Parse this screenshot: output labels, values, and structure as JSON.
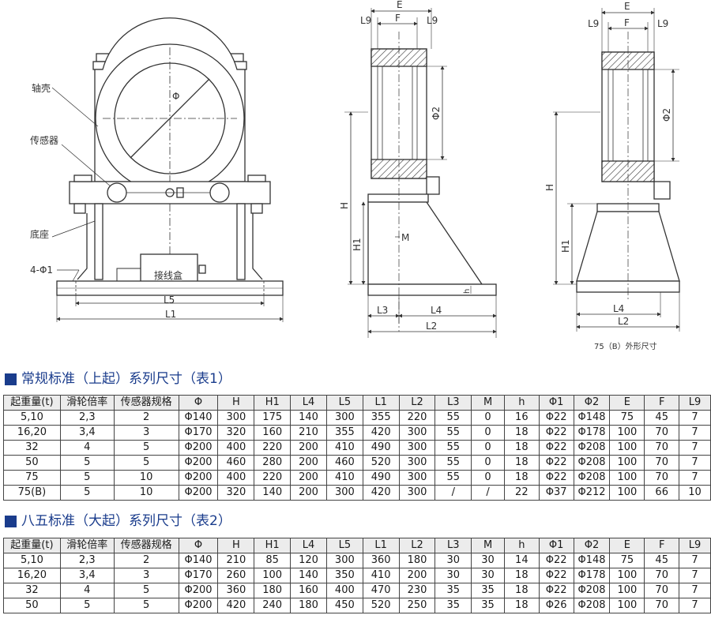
{
  "drawing": {
    "left_labels": {
      "housing": "轴壳",
      "sensor": "传感器",
      "base": "底座",
      "holes": "4-Φ1",
      "junction_box": "接线盒",
      "phi": "Φ",
      "l5": "L5",
      "l1": "L1"
    },
    "mid_labels": {
      "e": "E",
      "l9a": "L9",
      "f": "F",
      "l9b": "L9",
      "phi2": "Φ2",
      "h": "H",
      "h1": "H1",
      "m": "M",
      "hs": "h",
      "l3": "L3",
      "l4": "L4",
      "l2": "L2"
    },
    "right_labels": {
      "e": "E",
      "l9a": "L9",
      "f": "F",
      "l9b": "L9",
      "phi2": "Φ2",
      "h": "H",
      "h1": "H1",
      "l4": "L4",
      "l2": "L2",
      "caption": "75（B）外形尺寸"
    }
  },
  "table1": {
    "title": "常规标准（上起）系列尺寸（表1）",
    "headers": [
      "起重量(t)",
      "滑轮倍率",
      "传感器规格",
      "Φ",
      "H",
      "H1",
      "L4",
      "L5",
      "L1",
      "L2",
      "L3",
      "M",
      "h",
      "Φ1",
      "Φ2",
      "E",
      "F",
      "L9"
    ],
    "rows": [
      [
        "5,10",
        "2,3",
        "2",
        "Φ140",
        "300",
        "175",
        "140",
        "300",
        "355",
        "220",
        "55",
        "0",
        "16",
        "Φ22",
        "Φ148",
        "75",
        "45",
        "7"
      ],
      [
        "16,20",
        "3,4",
        "3",
        "Φ170",
        "320",
        "160",
        "210",
        "355",
        "420",
        "300",
        "55",
        "0",
        "18",
        "Φ22",
        "Φ178",
        "100",
        "70",
        "7"
      ],
      [
        "32",
        "4",
        "5",
        "Φ200",
        "400",
        "220",
        "200",
        "410",
        "490",
        "300",
        "55",
        "0",
        "18",
        "Φ22",
        "Φ208",
        "100",
        "70",
        "7"
      ],
      [
        "50",
        "5",
        "5",
        "Φ200",
        "460",
        "280",
        "200",
        "460",
        "520",
        "300",
        "55",
        "0",
        "18",
        "Φ22",
        "Φ208",
        "100",
        "70",
        "7"
      ],
      [
        "75",
        "5",
        "10",
        "Φ200",
        "400",
        "220",
        "200",
        "410",
        "490",
        "300",
        "55",
        "0",
        "18",
        "Φ22",
        "Φ208",
        "100",
        "70",
        "7"
      ],
      [
        "75(B)",
        "5",
        "10",
        "Φ200",
        "320",
        "140",
        "200",
        "300",
        "420",
        "300",
        "/",
        "/",
        "22",
        "Φ37",
        "Φ212",
        "100",
        "66",
        "10"
      ]
    ]
  },
  "table2": {
    "title": "八五标准（大起）系列尺寸（表2）",
    "headers": [
      "起重量(t)",
      "滑轮倍率",
      "传感器规格",
      "Φ",
      "H",
      "H1",
      "L4",
      "L5",
      "L1",
      "L2",
      "L3",
      "M",
      "h",
      "Φ1",
      "Φ2",
      "E",
      "F",
      "L9"
    ],
    "rows": [
      [
        "5,10",
        "2,3",
        "2",
        "Φ140",
        "210",
        "85",
        "120",
        "300",
        "360",
        "180",
        "30",
        "30",
        "14",
        "Φ22",
        "Φ148",
        "75",
        "45",
        "7"
      ],
      [
        "16,20",
        "3,4",
        "3",
        "Φ170",
        "260",
        "100",
        "140",
        "350",
        "410",
        "200",
        "30",
        "30",
        "18",
        "Φ22",
        "Φ178",
        "100",
        "70",
        "7"
      ],
      [
        "32",
        "4",
        "5",
        "Φ200",
        "360",
        "180",
        "160",
        "400",
        "470",
        "230",
        "35",
        "35",
        "18",
        "Φ22",
        "Φ208",
        "100",
        "70",
        "7"
      ],
      [
        "50",
        "5",
        "5",
        "Φ200",
        "420",
        "240",
        "180",
        "450",
        "520",
        "250",
        "35",
        "35",
        "18",
        "Φ26",
        "Φ208",
        "100",
        "70",
        "7"
      ]
    ]
  },
  "colors": {
    "title_blue": "#1a3c8c",
    "line": "#333333"
  }
}
